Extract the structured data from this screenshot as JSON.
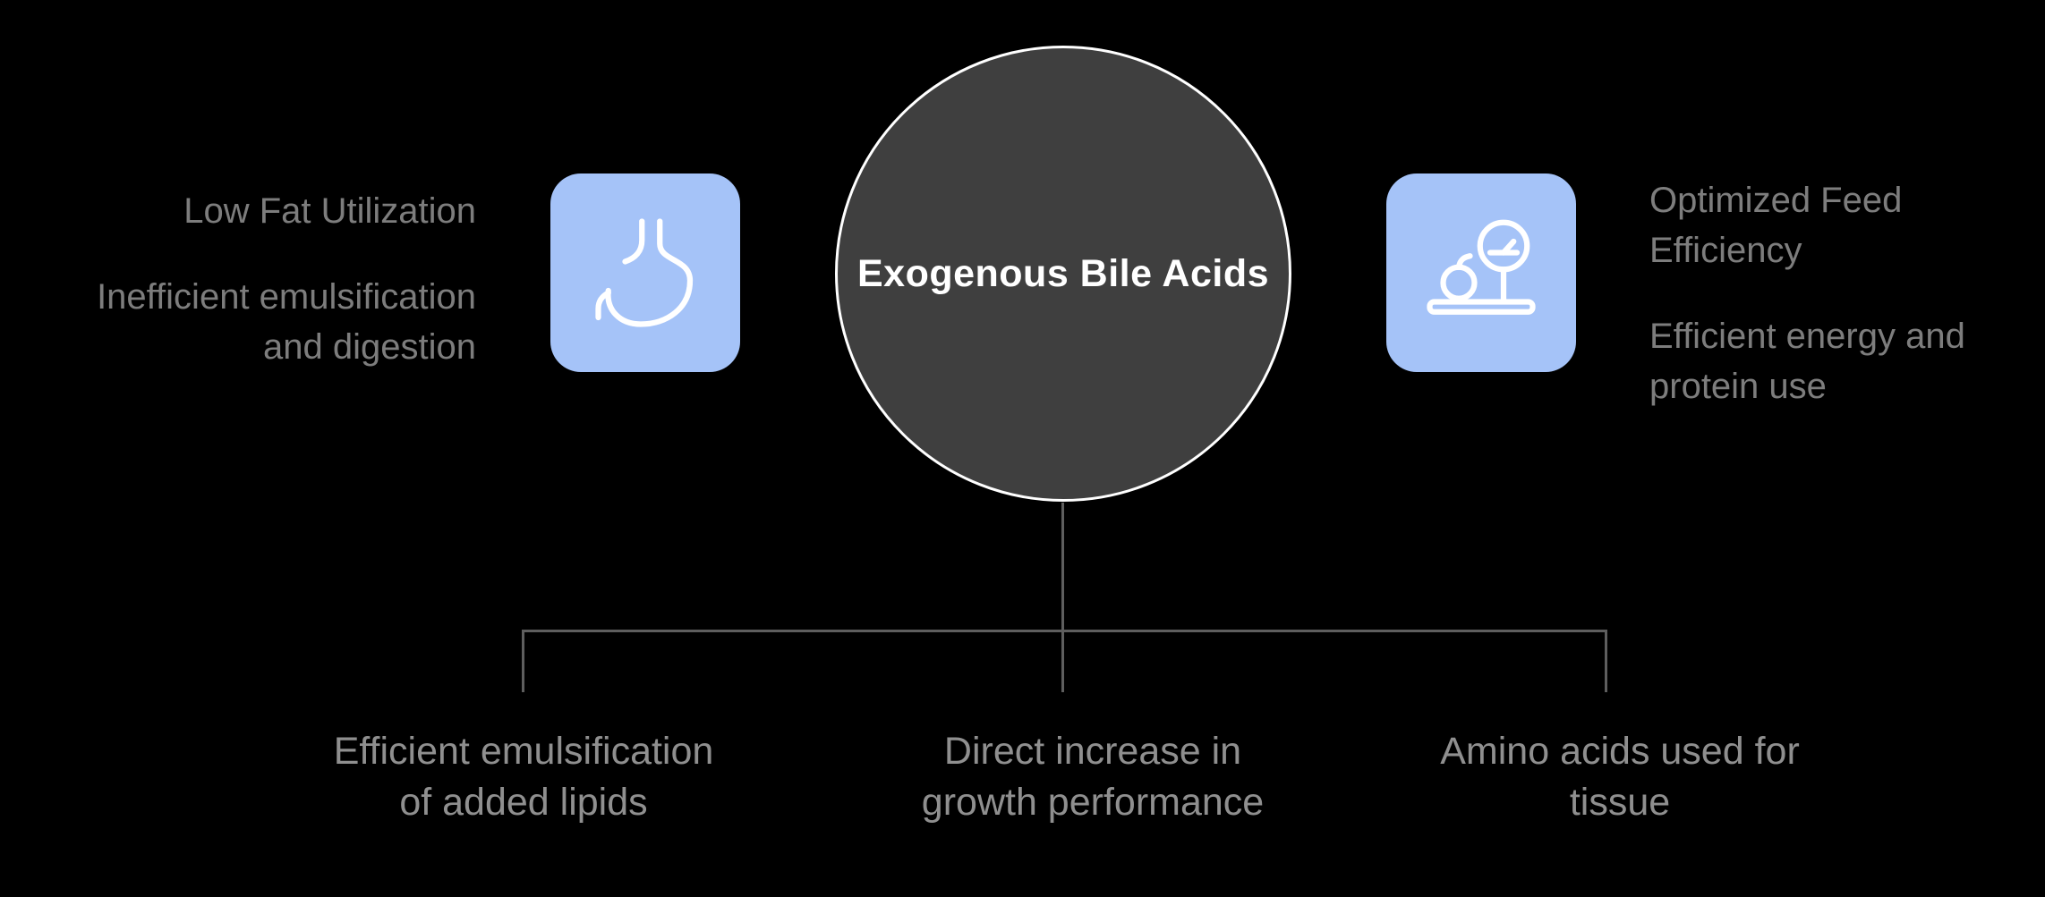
{
  "title": "Exogenous Bile Acids",
  "colors": {
    "background": "#000000",
    "circle-fill": "#3f3f3f",
    "circle-border": "#ffffff",
    "icon-bg": "#a5c3f8",
    "icon-stroke": "#ffffff",
    "side-text": "#7d7d7d",
    "outcome-text": "#8f8f8f",
    "line": "#5e5e5e"
  },
  "left": {
    "icon": "stomach-icon",
    "title": "Low Fat Utilization",
    "subtitle": "Inefficient emulsification\nand digestion"
  },
  "right": {
    "icon": "weight-scale-icon",
    "title": "Optimized Feed\nEfficiency",
    "subtitle": "Efficient energy and\nprotein use"
  },
  "outcomes": [
    {
      "label": "Efficient emulsification\nof added lipids"
    },
    {
      "label": "Direct increase in\ngrowth performance"
    },
    {
      "label": "Amino acids used for\ntissue"
    }
  ]
}
